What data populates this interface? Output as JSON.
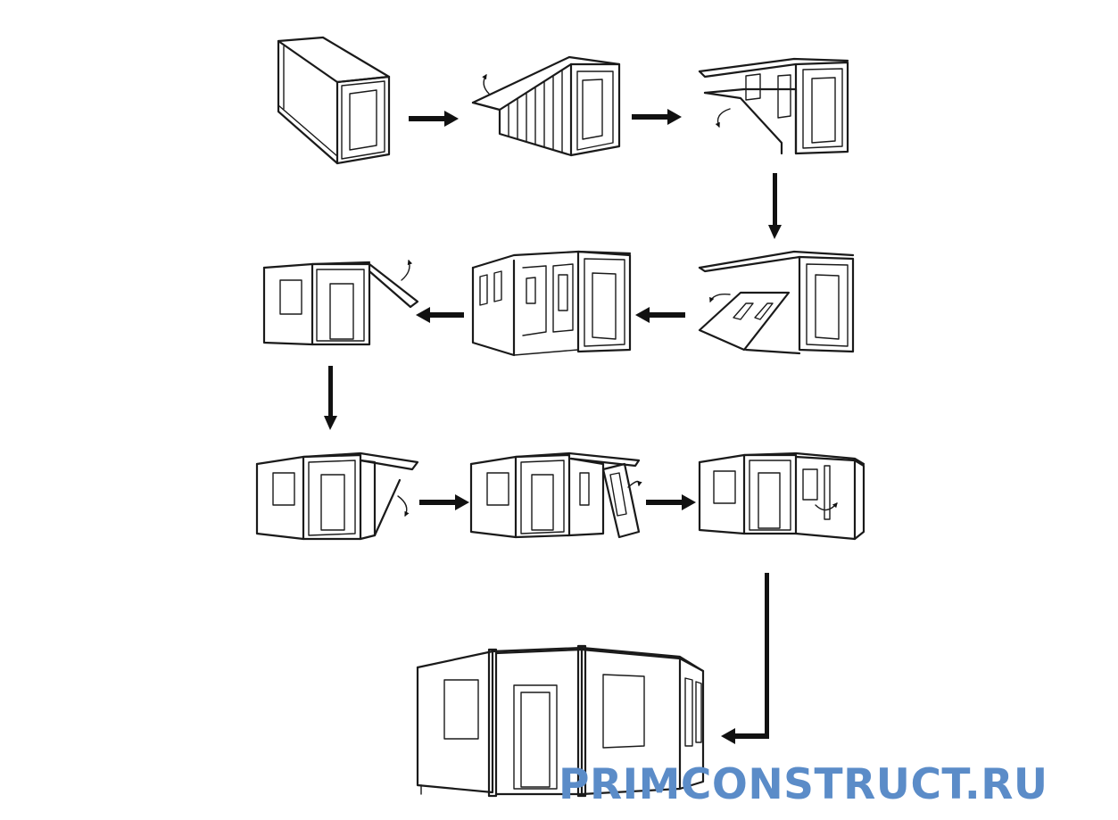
{
  "watermark": {
    "text": "PRIMCONSTRUCT.RU",
    "color": "#5b8cc8"
  },
  "steps": [
    {
      "id": 1,
      "state": "closed-container"
    },
    {
      "id": 2,
      "state": "roof-panel-lifting"
    },
    {
      "id": 3,
      "state": "floor-panel-lowering"
    },
    {
      "id": 4,
      "state": "wall-panel-unfolding"
    },
    {
      "id": 5,
      "state": "side-wing-open"
    },
    {
      "id": 6,
      "state": "left-wing-complete"
    },
    {
      "id": 7,
      "state": "right-roof-lifting"
    },
    {
      "id": 8,
      "state": "right-wall-unfolding"
    },
    {
      "id": 9,
      "state": "right-wing-complete"
    },
    {
      "id": 10,
      "state": "fully-expanded-house"
    }
  ],
  "colors": {
    "line": "#1a1a1a",
    "arrow": "#111111",
    "background": "#ffffff"
  }
}
